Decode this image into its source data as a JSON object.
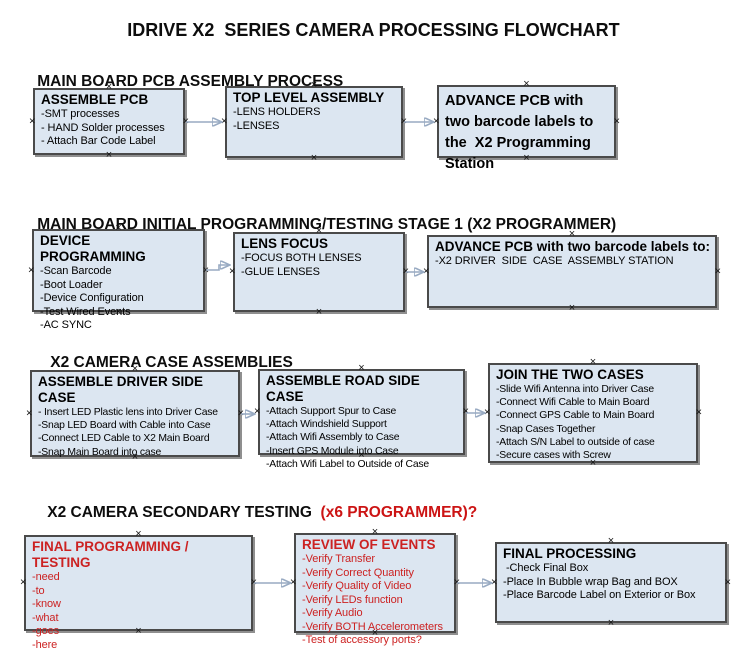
{
  "title": "IDRIVE X2  SERIES CAMERA PROCESSING FLOWCHART",
  "icons": {
    "anchor_x": "×"
  },
  "colors": {
    "box_fill": "#dce6f1",
    "box_border": "#4a4a4a",
    "connector_line": "#98aac2",
    "connector_arrow": "#3a5fa5",
    "red_text": "#cc2222"
  },
  "sections": [
    {
      "heading": "MAIN BOARD PCB ASSEMBLY PROCESS",
      "boxes": [
        {
          "title": "ASSEMBLE PCB",
          "lines": [
            "-SMT processes",
            "- HAND Solder processes",
            "- Attach Bar Code Label"
          ]
        },
        {
          "title": "TOP LEVEL ASSEMBLY",
          "lines": [
            "-LENS HOLDERS",
            "-LENSES"
          ]
        },
        {
          "title": "ADVANCE PCB with two barcode labels to the  X2 Programming Station",
          "lines": []
        }
      ]
    },
    {
      "heading": "MAIN BOARD INITIAL PROGRAMMING/TESTING STAGE 1 (X2 PROGRAMMER)",
      "boxes": [
        {
          "title": "DEVICE PROGRAMMING",
          "lines": [
            "-Scan Barcode",
            "-Boot Loader",
            "-Device Configuration",
            "-Test Wired Events",
            "-AC SYNC"
          ]
        },
        {
          "title": "LENS FOCUS",
          "lines": [
            "-FOCUS BOTH LENSES",
            "-GLUE LENSES"
          ]
        },
        {
          "title": "ADVANCE PCB with two barcode labels to:",
          "lines": [
            "-X2 DRIVER  SIDE  CASE  ASSEMBLY STATION"
          ]
        }
      ]
    },
    {
      "heading": "X2 CAMERA CASE ASSEMBLIES",
      "boxes": [
        {
          "title": "ASSEMBLE DRIVER SIDE CASE",
          "lines": [
            "- Insert LED Plastic lens into Driver Case",
            "-Snap LED Board with Cable into Case",
            "-Connect LED Cable to X2 Main Board",
            "-Snap Main Board into case"
          ]
        },
        {
          "title": "ASSEMBLE ROAD SIDE CASE",
          "lines": [
            "-Attach Support Spur to Case",
            "-Attach Windshield Support",
            "-Attach Wifi Assembly to Case",
            "-Insert GPS Module into Case",
            "-Attach Wifi Label to Outside of Case"
          ]
        },
        {
          "title": "JOIN THE TWO CASES",
          "lines": [
            "-Slide Wifi Antenna into Driver Case",
            "-Connect Wifi Cable to Main Board",
            "-Connect GPS Cable to Main Board",
            "-Snap Cases Together",
            "-Attach S/N Label to outside of case",
            "-Secure cases with Screw"
          ]
        }
      ]
    },
    {
      "heading": "X2 CAMERA SECONDARY TESTING  ",
      "heading_suffix": "(x6 PROGRAMMER)?",
      "boxes": [
        {
          "title": "FINAL PROGRAMMING / TESTING",
          "lines": [
            "-need",
            "-to",
            "-know",
            "-what",
            "-goes",
            "-here"
          ]
        },
        {
          "title": "REVIEW OF EVENTS",
          "lines": [
            "-Verify Transfer",
            "-Verify Correct Quantity",
            "-Verify Quality of Video",
            "-Verify LEDs function",
            "-Verify Audio",
            "-Verify BOTH Accelerometers",
            "-Test of accessory ports?"
          ]
        },
        {
          "title": "FINAL PROCESSING",
          "lines": [
            " -Check Final Box",
            "-Place In Bubble wrap Bag and BOX",
            "-Place Barcode Label on Exterior or Box"
          ]
        }
      ]
    }
  ]
}
